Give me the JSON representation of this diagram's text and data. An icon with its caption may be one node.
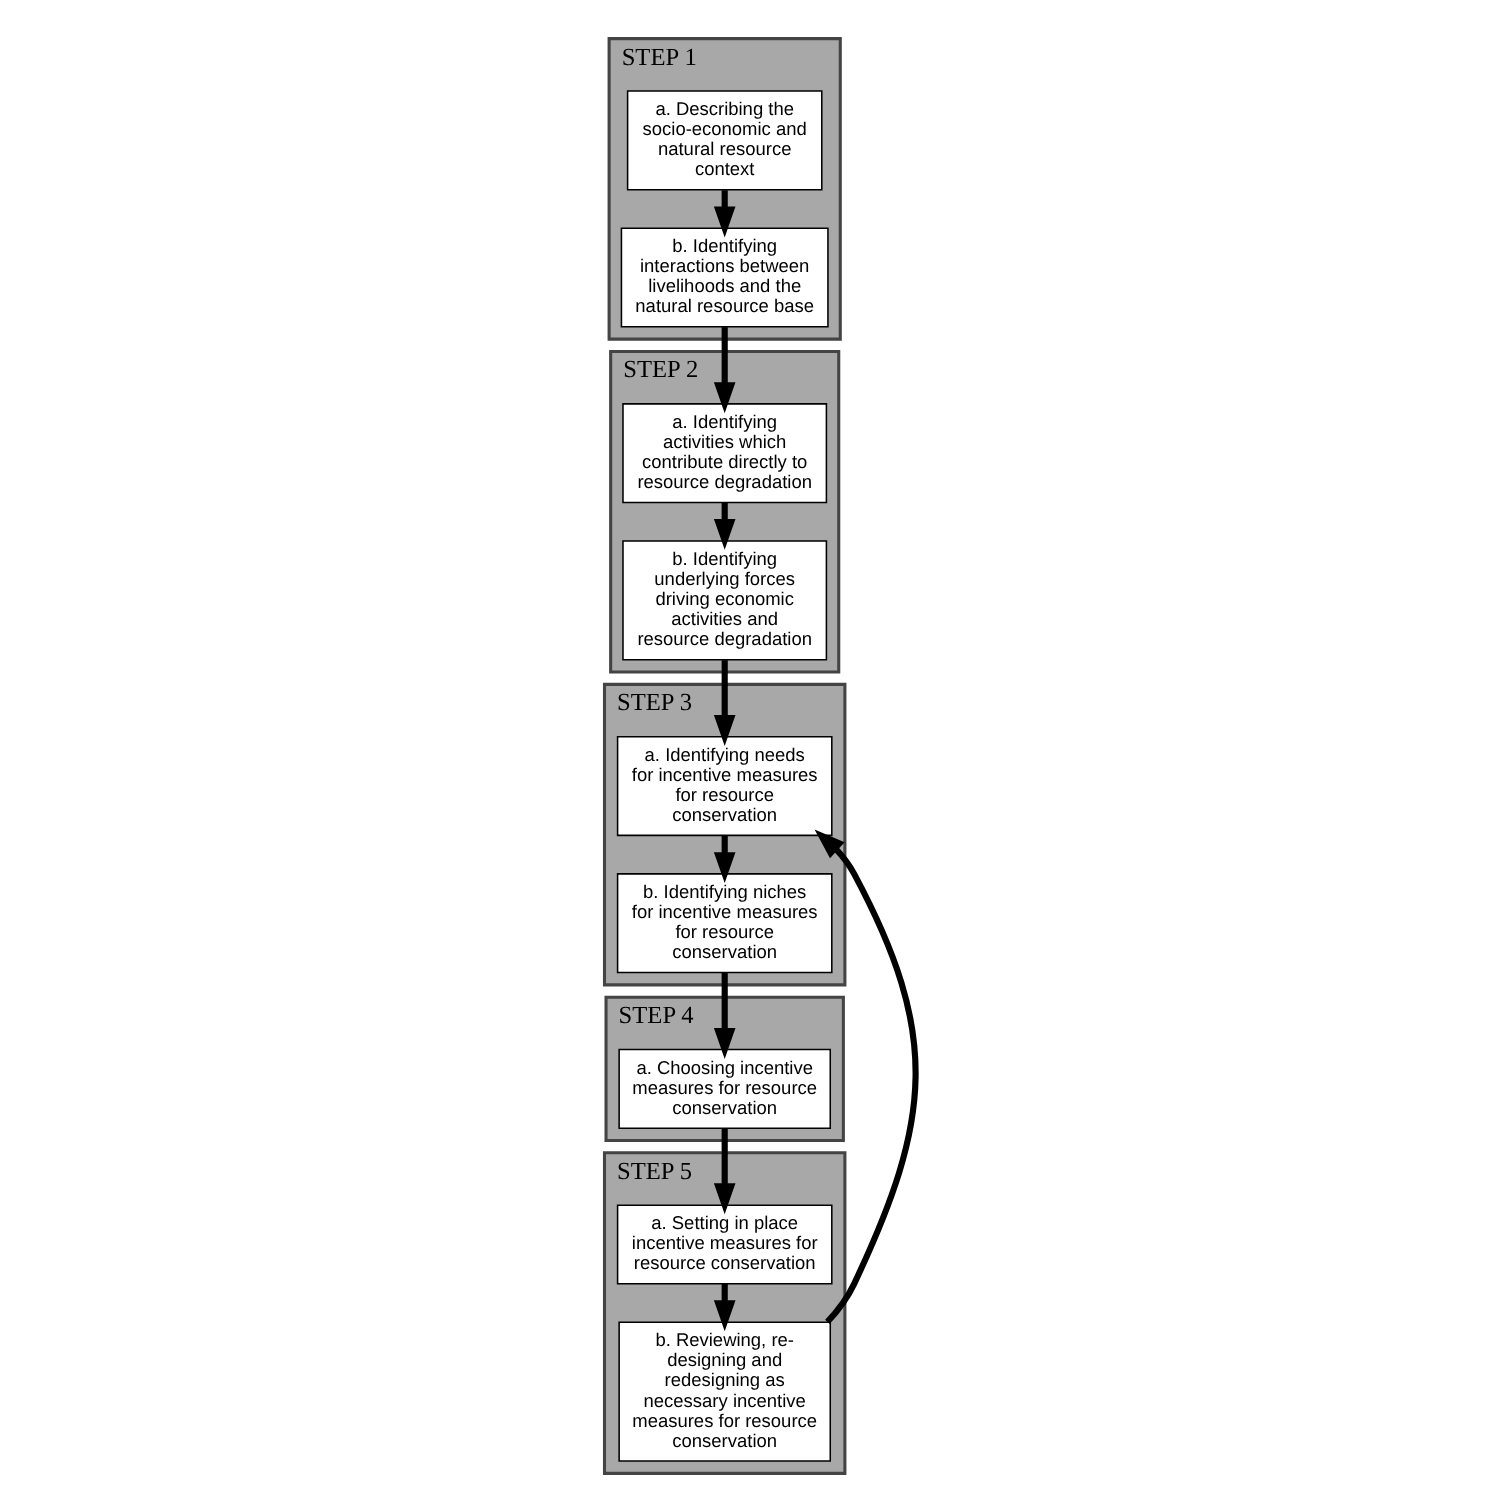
{
  "diagram": {
    "nodes": [
      {
        "text": [
          "STEP 1"
        ]
      },
      {
        "text": [
          "a. Describing the socio-economic and natural resource context"
        ],
        "in": 0
      },
      {
        "text": [
          "b. Identifying interactions between livelihoods and the natural resource base"
        ],
        "in": 0
      },
      {
        "text": [
          "STEP 2"
        ]
      },
      {
        "text": [
          "a. Identifying activities which contribute directly to resource degradation"
        ],
        "in": 3
      },
      {
        "text": [
          "b. Identifying underlying forces driving economic activities and resource degradation"
        ],
        "in": 3
      },
      {
        "text": [
          "STEP 3"
        ]
      },
      {
        "text": [
          "a. Identifying needs for incentive measures for resource conservation"
        ],
        "in": 6
      },
      {
        "text": [
          "b. Identifying niches for incentive measures for resource conservation"
        ],
        "in": 6
      },
      {
        "text": [
          "STEP 4"
        ]
      },
      {
        "text": [
          "a. Choosing incentive measures for resource conservation"
        ],
        "in": 9
      },
      {
        "text": [
          "STEP 5"
        ]
      },
      {
        "text": [
          "a. Setting in place incentive measures for resource conservation"
        ],
        "in": 11
      },
      {
        "text": [
          "b. Reviewing, re-designing and redesigning as necessary incentive measures for resource conservation"
        ],
        "in": 11
      }
    ],
    "edges": [
      {
        "from": 1,
        "to": 2,
        "arrow": "to"
      },
      {
        "from": 2,
        "to": 4,
        "arrow": "to"
      },
      {
        "from": 4,
        "to": 5,
        "arrow": "to"
      },
      {
        "from": 5,
        "to": 7,
        "arrow": "to"
      },
      {
        "from": 7,
        "to": 8,
        "arrow": "to"
      },
      {
        "from": 8,
        "to": 10,
        "arrow": "to"
      },
      {
        "from": 10,
        "to": 12,
        "arrow": "to"
      },
      {
        "from": 12,
        "to": 13,
        "arrow": "to"
      },
      {
        "from": 13,
        "to": 7,
        "arrow": "to"
      }
    ]
  }
}
